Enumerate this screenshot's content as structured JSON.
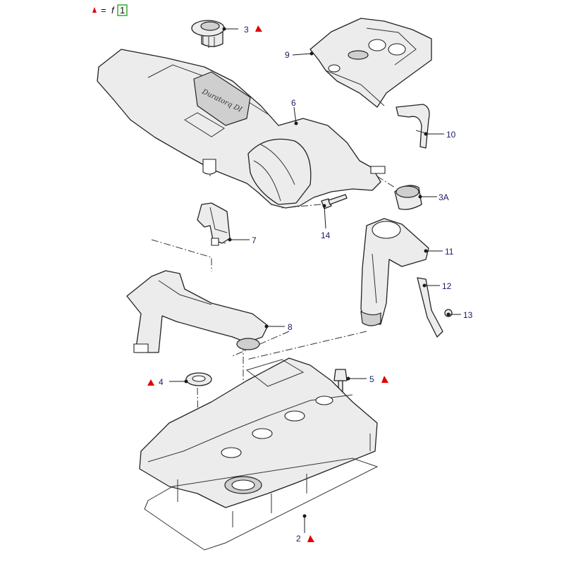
{
  "legend": {
    "equals": "=",
    "f_mark": "f",
    "box_number": "1"
  },
  "brand_text": "Duratorq DI",
  "colors": {
    "warning": "#e00000",
    "callout_text": "#1a1a66",
    "legend_box": "#22aa22"
  },
  "callouts": [
    {
      "id": "p2",
      "label": "2",
      "warning": true
    },
    {
      "id": "p3",
      "label": "3",
      "warning": true
    },
    {
      "id": "p3A",
      "label": "3A",
      "warning": false
    },
    {
      "id": "p4",
      "label": "4",
      "warning": true
    },
    {
      "id": "p5",
      "label": "5",
      "warning": true
    },
    {
      "id": "p6",
      "label": "6",
      "warning": false
    },
    {
      "id": "p7",
      "label": "7",
      "warning": false
    },
    {
      "id": "p8",
      "label": "8",
      "warning": false
    },
    {
      "id": "p9",
      "label": "9",
      "warning": false
    },
    {
      "id": "p10",
      "label": "10",
      "warning": false
    },
    {
      "id": "p11",
      "label": "11",
      "warning": false
    },
    {
      "id": "p12",
      "label": "12",
      "warning": false
    },
    {
      "id": "p13",
      "label": "13",
      "warning": false
    },
    {
      "id": "p14",
      "label": "14",
      "warning": false
    }
  ]
}
